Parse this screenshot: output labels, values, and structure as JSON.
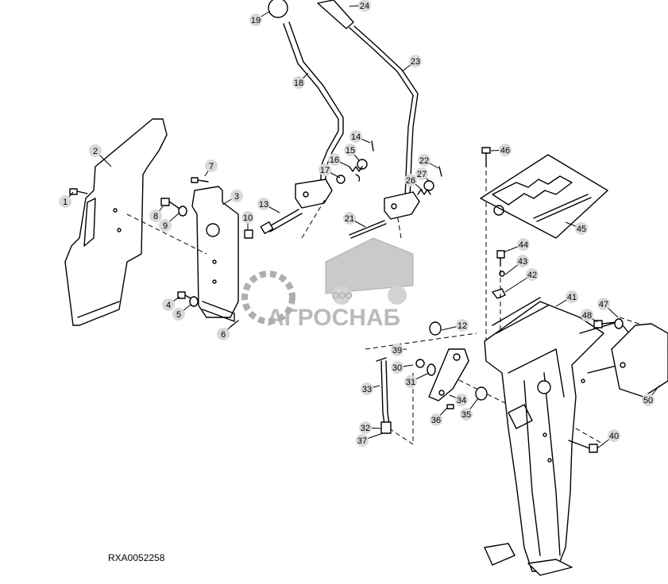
{
  "diagram_code": "RXA0052258",
  "watermark": {
    "small": "ООО",
    "brand": "АГРОСНАБ"
  },
  "callouts": [
    "1",
    "2",
    "3",
    "4",
    "5",
    "6",
    "7",
    "8",
    "9",
    "10",
    "12",
    "13",
    "14",
    "15",
    "16",
    "17",
    "18",
    "19",
    "21",
    "22",
    "23",
    "24",
    "26",
    "27",
    "30",
    "31",
    "32",
    "33",
    "34",
    "35",
    "36",
    "37",
    "39",
    "40",
    "41",
    "42",
    "43",
    "44",
    "45",
    "46",
    "47",
    "48",
    "50"
  ]
}
